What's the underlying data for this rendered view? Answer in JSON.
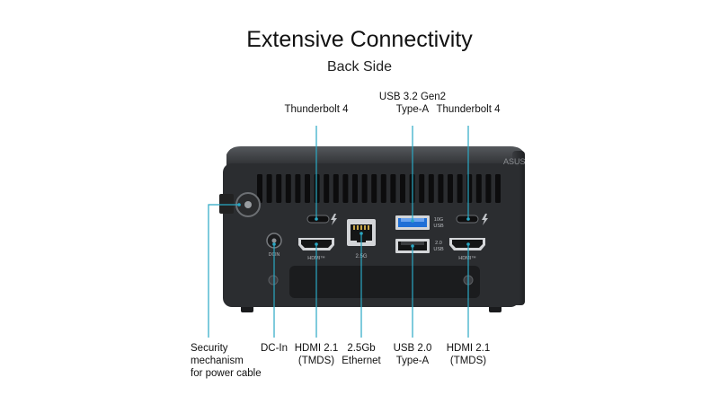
{
  "header": {
    "title": "Extensive Connectivity",
    "subtitle": "Back Side"
  },
  "labels_top": {
    "tb_left": "Thunderbolt 4",
    "usb32_line1": "USB 3.2 Gen2",
    "usb32_line2": "Type-A",
    "tb_right": "Thunderbolt 4"
  },
  "labels_bottom": {
    "security_line1": "Security",
    "security_line2": "mechanism",
    "security_line3": "for power cable",
    "dcin": "DC-In",
    "hdmi_left_line1": "HDMI 2.1",
    "hdmi_left_line2": "(TMDS)",
    "eth_line1": "2.5Gb",
    "eth_line2": "Ethernet",
    "usb20_line1": "USB 2.0",
    "usb20_line2": "Type-A",
    "hdmi_right_line1": "HDMI 2.1",
    "hdmi_right_line2": "(TMDS)"
  },
  "device_marks": {
    "eth_speed": "2.5G",
    "usb_10g_1": "10G",
    "usb_10g_2": "USB",
    "usb_20_1": "2.0",
    "usb_20_2": "USB",
    "hdmi_mark": "HDMI™",
    "dc_mark": "DCIN"
  },
  "colors": {
    "callout": "#2aa8c4",
    "chassis": "#2b2d30",
    "usb3_blue": "#1f6fd6"
  }
}
